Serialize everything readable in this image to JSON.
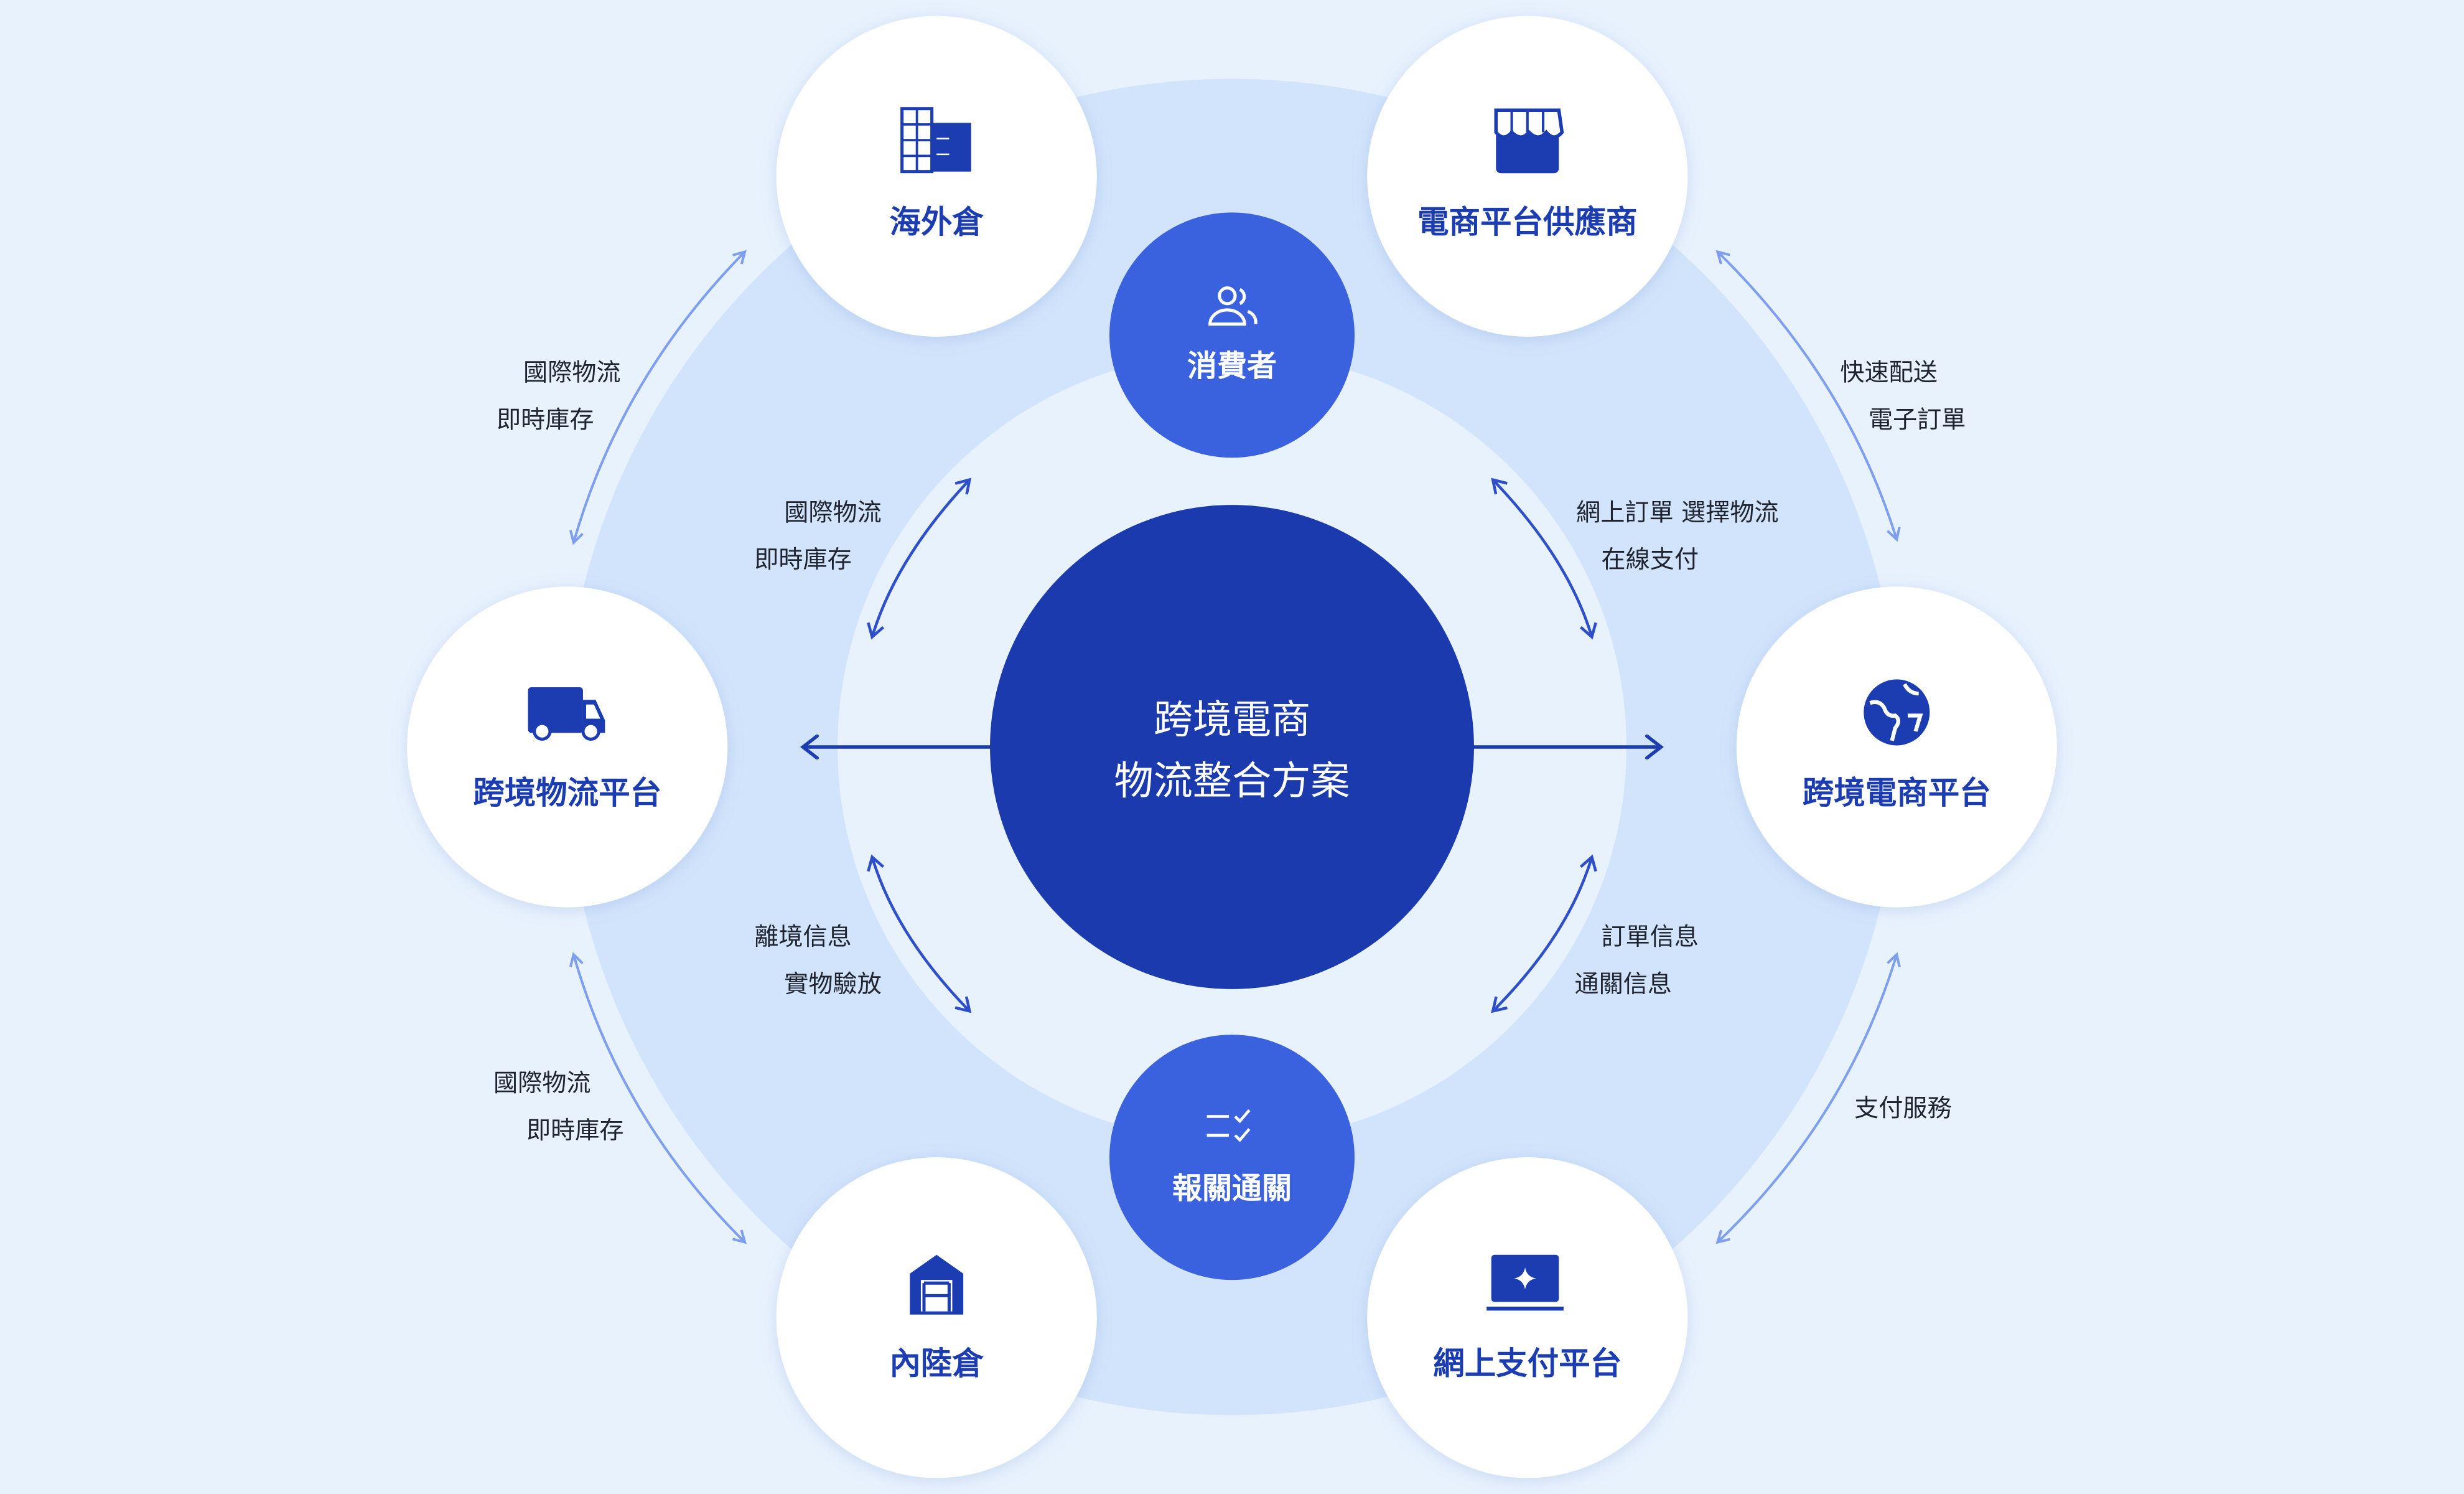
{
  "center": {
    "line1": "跨境電商",
    "line2": "物流整合方案"
  },
  "consumer": {
    "label": "消費者",
    "icon": "users-icon"
  },
  "customs": {
    "label": "報關通關",
    "icon": "checklist-icon"
  },
  "nodes": {
    "overseas_warehouse": {
      "label": "海外倉",
      "icon": "building-icon"
    },
    "supplier": {
      "label": "電商平台供應商",
      "icon": "storefront-icon"
    },
    "logistics_platform": {
      "label": "跨境物流平台",
      "icon": "truck-icon"
    },
    "ecommerce_platform": {
      "label": "跨境電商平台",
      "icon": "globe-icon"
    },
    "inland_warehouse": {
      "label": "內陸倉",
      "icon": "warehouse-icon"
    },
    "payment_platform": {
      "label": "網上支付平台",
      "icon": "laptop-icon"
    }
  },
  "flows": {
    "outer_top_left": [
      "國際物流",
      "即時庫存"
    ],
    "outer_top_right": [
      "快速配送",
      "電子訂單"
    ],
    "outer_bottom_left": [
      "國際物流",
      "即時庫存"
    ],
    "outer_bottom_right": [
      "支付服務"
    ],
    "inner_top_left": [
      "國際物流",
      "即時庫存"
    ],
    "inner_top_right": [
      "網上訂單 選擇物流",
      "在線支付"
    ],
    "inner_bottom_left": [
      "離境信息",
      "實物驗放"
    ],
    "inner_bottom_right": [
      "訂單信息",
      "通關信息"
    ]
  },
  "colors": {
    "background": "#e8f2fd",
    "ring": "#d2e4fb",
    "center": "#1a3aad",
    "accent": "#3a62de",
    "node_text": "#1b3db1",
    "outer_arrow": "#7e9ef0",
    "inner_arrow": "#2d4fc9"
  }
}
